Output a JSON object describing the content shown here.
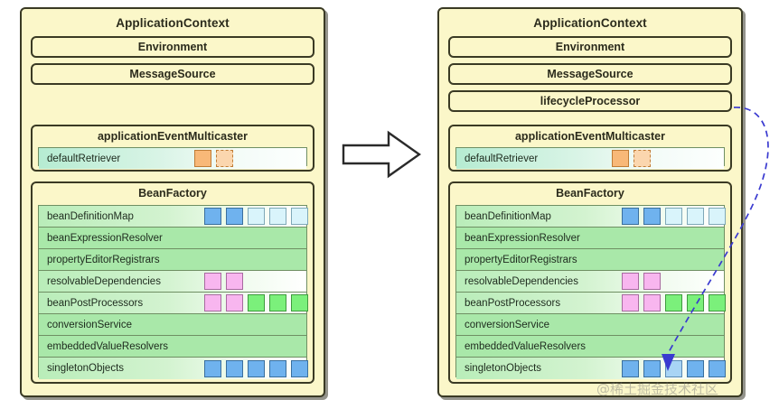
{
  "diagram": {
    "title_left": "ApplicationContext",
    "title_right": "ApplicationContext",
    "transition_arrow": "right-arrow",
    "watermark": "@稀土掘金技术社区",
    "colors": {
      "panel_fill": "#fbf7c9",
      "panel_border": "#3a3a24",
      "row_green": "#a9e8a9",
      "slot_blue": "#6fb2ee",
      "slot_blue_light": "#a8d4f5",
      "slot_blue_pale": "#d9f4fb",
      "slot_pink": "#f8b6ef",
      "slot_green": "#7bf07b",
      "slot_orange": "#f8b878",
      "curve_blue": "#3a3ad0"
    }
  },
  "left_panel": {
    "title": "ApplicationContext",
    "simple_boxes": [
      {
        "label": "Environment"
      },
      {
        "label": "MessageSource"
      }
    ],
    "multicaster": {
      "title": "applicationEventMulticaster",
      "rows": [
        {
          "label": "defaultRetriever",
          "slots": [
            "orange",
            "orange-dash"
          ]
        }
      ]
    },
    "bean_factory": {
      "title": "BeanFactory",
      "rows": [
        {
          "label": "beanDefinitionMap",
          "slots": [
            "blue",
            "blue",
            "blue-pale",
            "blue-pale",
            "blue-pale"
          ]
        },
        {
          "label": "beanExpressionResolver",
          "slots": []
        },
        {
          "label": "propertyEditorRegistrars",
          "slots": []
        },
        {
          "label": "resolvableDependencies",
          "slots": [
            "pink",
            "pink"
          ]
        },
        {
          "label": "beanPostProcessors",
          "slots": [
            "pink",
            "pink",
            "green",
            "green",
            "green"
          ]
        },
        {
          "label": "conversionService",
          "slots": []
        },
        {
          "label": "embeddedValueResolvers",
          "slots": []
        },
        {
          "label": "singletonObjects",
          "slots": [
            "blue",
            "blue",
            "blue",
            "blue",
            "blue"
          ]
        }
      ]
    }
  },
  "right_panel": {
    "title": "ApplicationContext",
    "simple_boxes": [
      {
        "label": "Environment"
      },
      {
        "label": "MessageSource"
      },
      {
        "label": "lifecycleProcessor"
      }
    ],
    "multicaster": {
      "title": "applicationEventMulticaster",
      "rows": [
        {
          "label": "defaultRetriever",
          "slots": [
            "orange",
            "orange-dash"
          ]
        }
      ]
    },
    "bean_factory": {
      "title": "BeanFactory",
      "rows": [
        {
          "label": "beanDefinitionMap",
          "slots": [
            "blue",
            "blue",
            "blue-pale",
            "blue-pale",
            "blue-pale"
          ]
        },
        {
          "label": "beanExpressionResolver",
          "slots": []
        },
        {
          "label": "propertyEditorRegistrars",
          "slots": []
        },
        {
          "label": "resolvableDependencies",
          "slots": [
            "pink",
            "pink"
          ]
        },
        {
          "label": "beanPostProcessors",
          "slots": [
            "pink",
            "pink",
            "green",
            "green",
            "green"
          ]
        },
        {
          "label": "conversionService",
          "slots": []
        },
        {
          "label": "embeddedValueResolvers",
          "slots": []
        },
        {
          "label": "singletonObjects",
          "slots": [
            "blue",
            "blue",
            "blue-lite",
            "blue",
            "blue"
          ]
        }
      ]
    },
    "annotation": {
      "type": "dashed-curve-arrow",
      "from": "lifecycleProcessor",
      "to": "singletonObjects"
    }
  }
}
